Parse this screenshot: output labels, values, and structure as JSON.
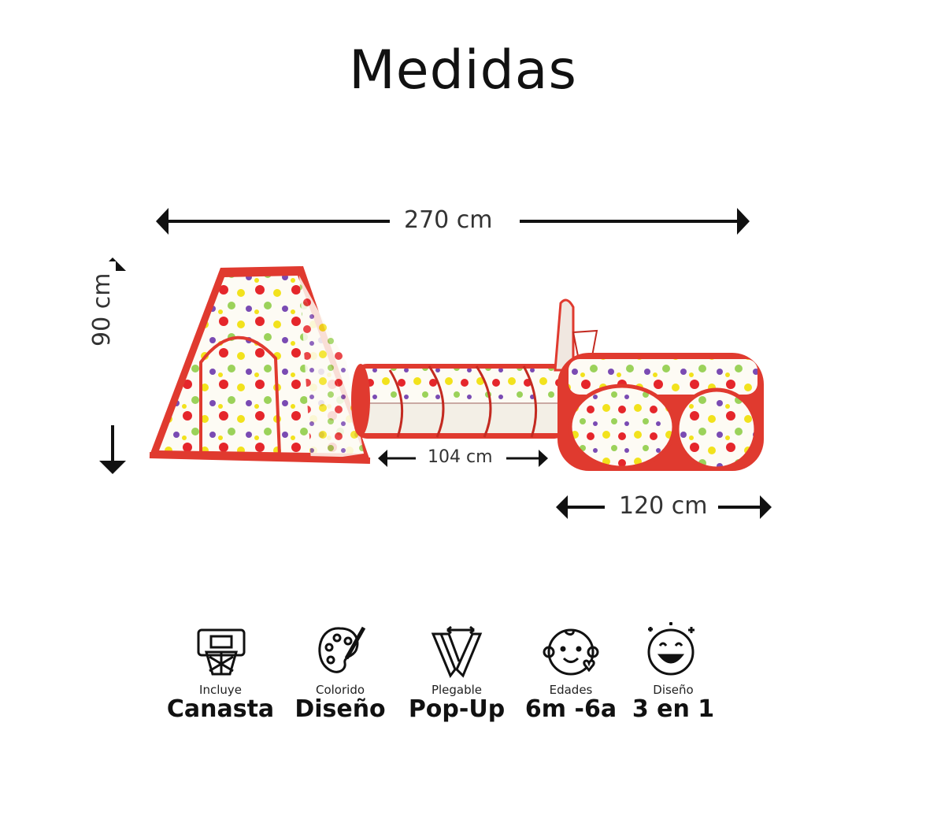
{
  "title": "Medidas",
  "dimensions": {
    "total_length": "270 cm",
    "height": "90 cm",
    "tunnel_length": "104 cm",
    "pool_length": "120 cm"
  },
  "colors": {
    "tent_red": "#e03a2f",
    "dot_yellow": "#f2e21c",
    "dot_green": "#9bd25a",
    "dot_purple": "#7a4bb3",
    "dot_red": "#e5262b"
  },
  "features": [
    {
      "icon": "basketball-hoop-icon",
      "small": "Incluye",
      "big": "Canasta"
    },
    {
      "icon": "paint-palette-icon",
      "small": "Colorido",
      "big": "Diseño"
    },
    {
      "icon": "foldable-icon",
      "small": "Plegable",
      "big": "Pop-Up"
    },
    {
      "icon": "baby-face-icon",
      "small": "Edades",
      "big": "6m -6a"
    },
    {
      "icon": "smiling-face-icon",
      "small": "Diseño",
      "big": "3 en 1"
    }
  ]
}
